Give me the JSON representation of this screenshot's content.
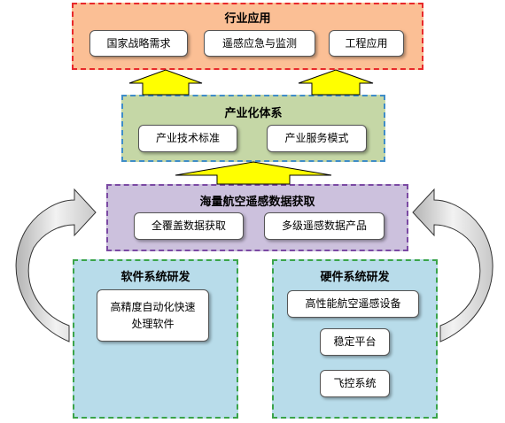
{
  "panels": {
    "industry": {
      "title": "行业应用",
      "items": [
        "国家战略需求",
        "遥感应急与监测",
        "工程应用"
      ]
    },
    "industrialization": {
      "title": "产业化体系",
      "items": [
        "产业技术标准",
        "产业服务模式"
      ]
    },
    "acquisition": {
      "title": "海量航空遥感数据获取",
      "items": [
        "全覆盖数据获取",
        "多级遥感数据产品"
      ]
    },
    "software": {
      "title": "软件系统研发",
      "items": [
        "高精度自动化快速处理软件"
      ]
    },
    "hardware": {
      "title": "硬件系统研发",
      "items": [
        "高性能航空遥感设备",
        "稳定平台",
        "飞控系统"
      ]
    }
  },
  "colors": {
    "industry_fill": "#fbbf95",
    "industry_border": "#e8292b",
    "industrialization_fill": "#c5d7a6",
    "industrialization_border": "#3f8dc8",
    "acquisition_fill": "#ccc1dd",
    "acquisition_border": "#7b4aa3",
    "rd_fill": "#b8dcea",
    "rd_border": "#3aa44a",
    "arrow_fill": "#ffff00"
  }
}
